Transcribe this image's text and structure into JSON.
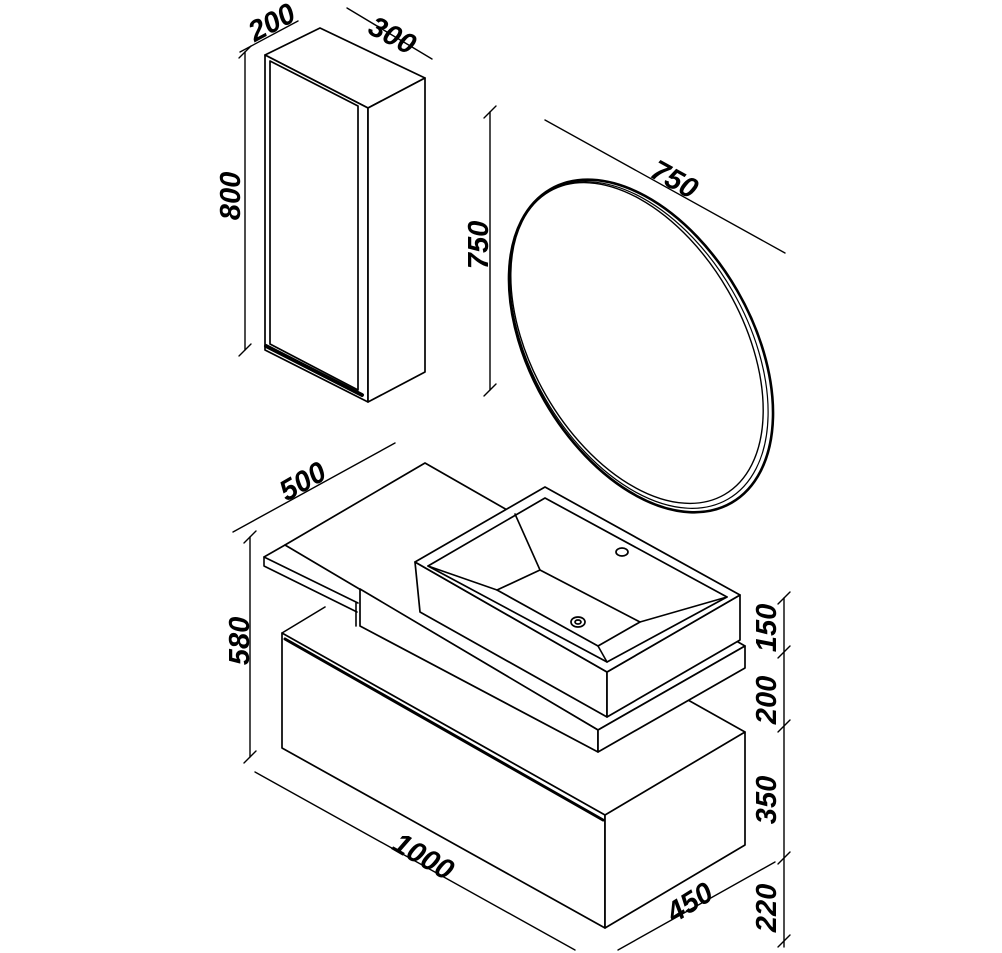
{
  "colors": {
    "line": "#000000",
    "background": "#ffffff"
  },
  "tall_cabinet": {
    "depth_label": "200",
    "width_label": "300",
    "height_label": "800"
  },
  "mirror": {
    "height_label": "750",
    "width_label": "750"
  },
  "vanity": {
    "top_depth_label": "500",
    "height_label": "580",
    "width_label": "1000",
    "depth_label": "450",
    "side_labels": [
      "150",
      "200",
      "350",
      "220"
    ]
  }
}
